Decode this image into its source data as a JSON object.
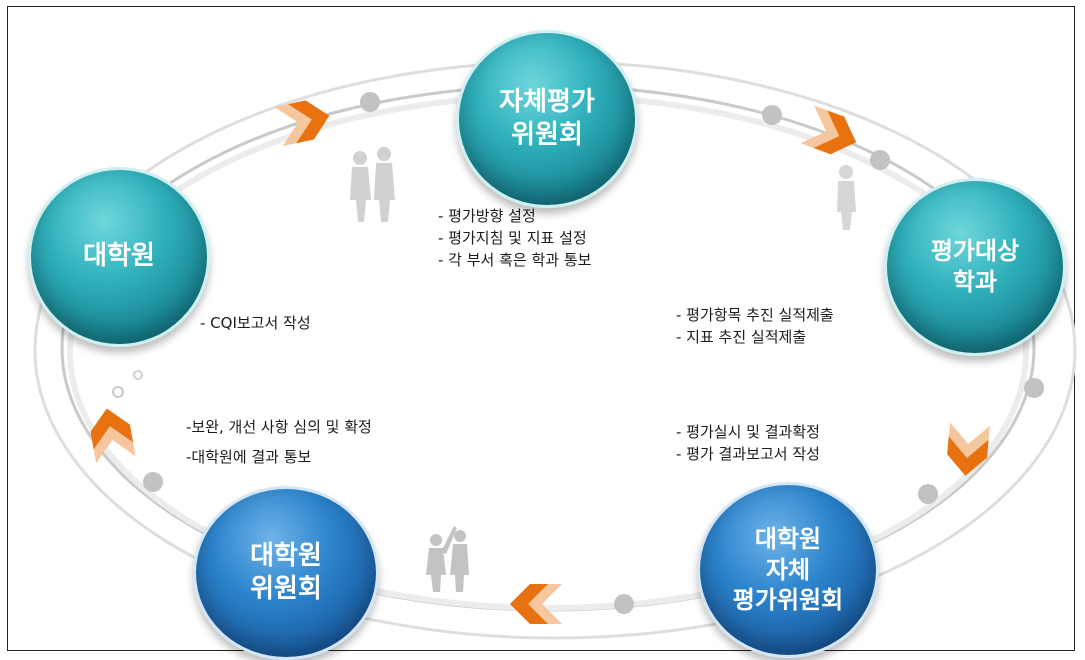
{
  "nodes": {
    "self_eval_committee": "자체평가\n위원회",
    "target_dept": "평가대상\n학과",
    "gs_self_eval_committee": "대학원\n자체\n평가위원회",
    "gs_committee": "대학원\n위원회",
    "graduate_school": "대학원"
  },
  "notes": {
    "top_center": [
      "- 평가방향 설정",
      "- 평가지침 및 지표 설정",
      "- 각 부서 혹은 학과 통보"
    ],
    "right_upper": [
      "- 평가항목 추진 실적제출",
      "- 지표 추진 실적제출"
    ],
    "right_lower": [
      "- 평가실시 및 결과확정",
      "- 평가 결과보고서 작성"
    ],
    "left_upper": [
      "- CQI보고서 작성"
    ],
    "left_lower": [
      "-보완, 개선 사항 심의 및 확정",
      "-대학원에 결과 통보"
    ]
  },
  "colors": {
    "teal_node": "#1d95a2",
    "blue_node": "#1f6db5",
    "arrow_orange": "#e8720f",
    "ring_gray": "#c8c8c8",
    "dot_gray": "#bdbdbd"
  },
  "icons": {
    "cycle_arrows": "chevron-arrow-icon",
    "figures": "people-silhouette-icon"
  }
}
